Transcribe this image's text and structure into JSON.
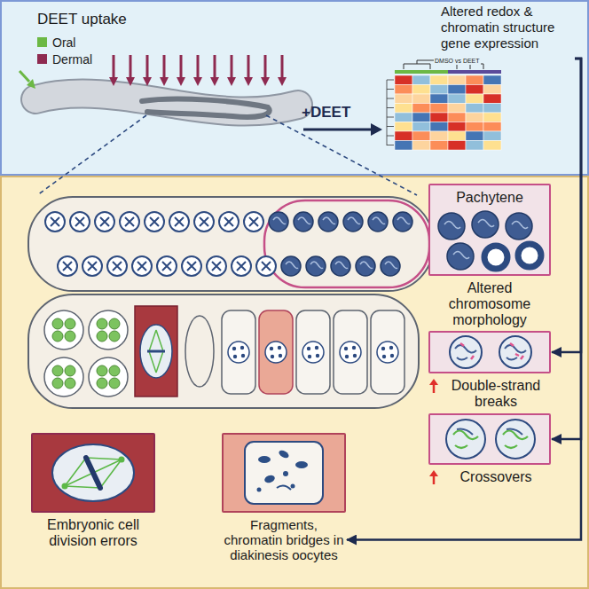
{
  "diagram": {
    "nodes": [
      {
        "text": [
          "Altered redox & chromatin structure gene expression",
          "DMSO vs DEET"
        ]
      },
      {
        "text": [
          "Pachytene",
          "Altered chromosome morphology"
        ]
      },
      {
        "text": [
          "Double-strand breaks"
        ]
      },
      {
        "text": [
          "Crossovers"
        ]
      },
      {
        "text": [
          "Embryonic cell division errors"
        ]
      },
      {
        "text": [
          "Fragments, chromatin bridges in diakinesis oocytes"
        ]
      }
    ],
    "edges": [
      {
        "from": 0,
        "to": 2,
        "arrow": "to"
      },
      {
        "from": 0,
        "to": 3,
        "arrow": "to"
      },
      {
        "from": 0,
        "to": 5,
        "arrow": "to"
      }
    ],
    "labels": [
      "DEET uptake",
      "+DEET"
    ],
    "legend": [
      {
        "text": "Oral",
        "color": "#6cb844"
      },
      {
        "text": "Dermal",
        "color": "#8e2a50"
      }
    ]
  }
}
